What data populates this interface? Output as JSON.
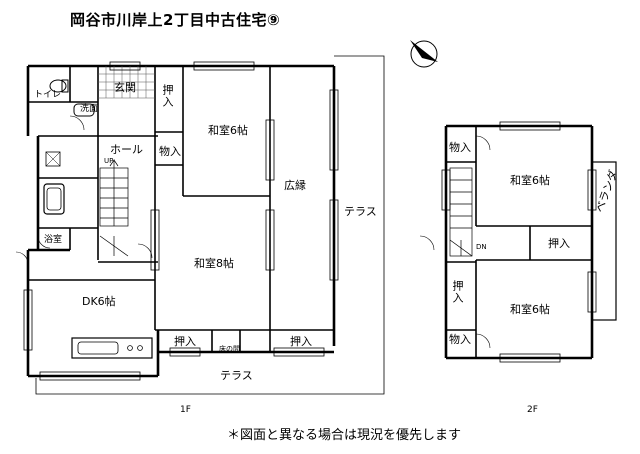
{
  "title": "岡谷市川岸上2丁目中古住宅⑨",
  "note": "＊図面と異なる場合は現況を優先します",
  "floors": {
    "first": {
      "label": "1F",
      "rooms": {
        "toilet": "トイレ",
        "washroom": "洗面",
        "entrance": "玄関",
        "oshiire_top": "押入",
        "washitsu6": "和室6帖",
        "hall": "ホール",
        "up": "UP",
        "monoire": "物入",
        "hiroen": "広縁",
        "bathroom": "浴室",
        "washitsu8": "和室8帖",
        "terrace_right": "テラス",
        "dk": "DK6帖",
        "oshiire_bottom_left": "押入",
        "tokonoma": "床の間",
        "oshiire_bottom_right": "押入",
        "terrace_bottom": "テラス"
      }
    },
    "second": {
      "label": "2F",
      "rooms": {
        "monoire_top": "物入",
        "washitsu6_top": "和室6帖",
        "veranda": "ベランダ",
        "dn": "DN",
        "oshiire_mid": "押入",
        "oshiire_left": "押入",
        "washitsu6_bottom": "和室6帖",
        "monoire_bottom": "物入"
      }
    }
  }
}
